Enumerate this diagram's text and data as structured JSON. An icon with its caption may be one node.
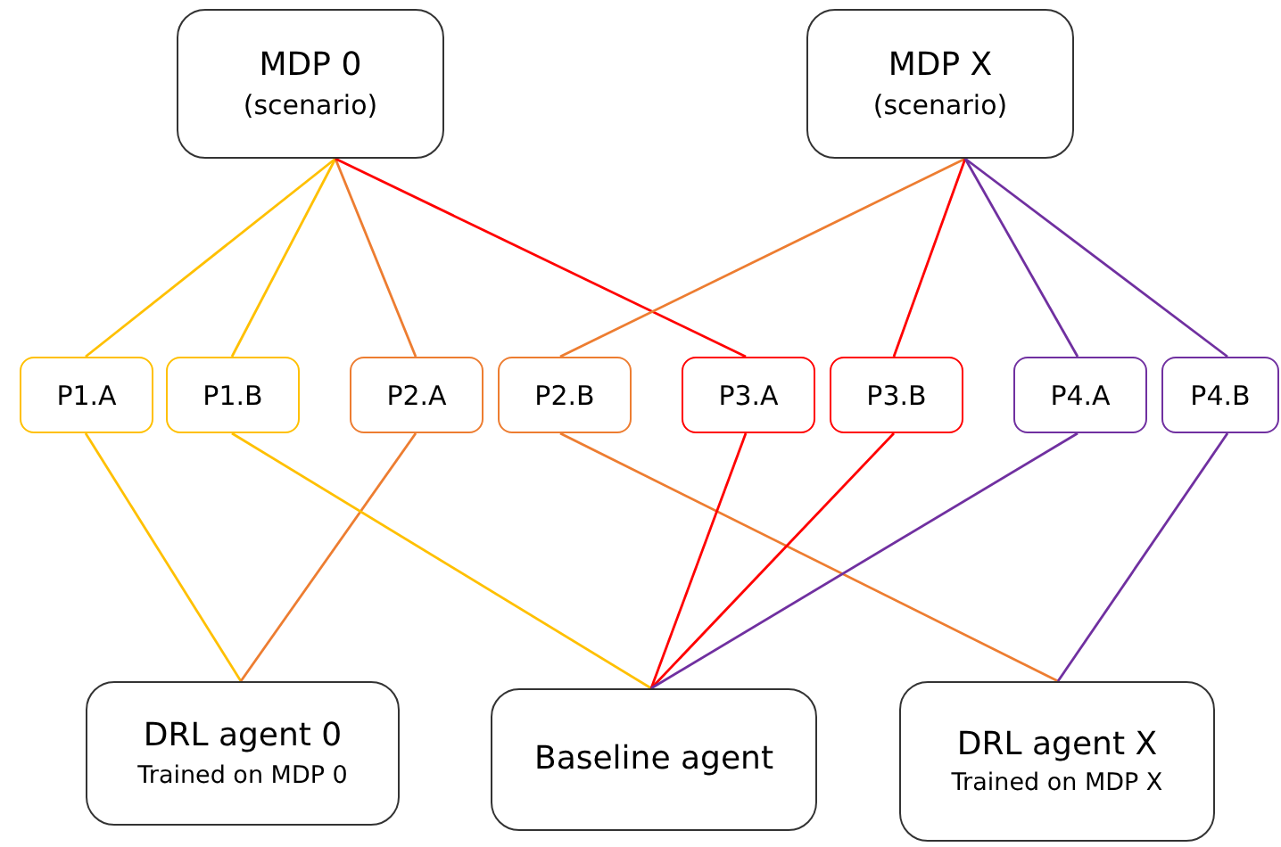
{
  "diagram": {
    "nodes": [
      {
        "text": [
          "MDP 0",
          "(scenario)"
        ]
      },
      {
        "text": [
          "MDP X",
          "(scenario)"
        ]
      },
      {
        "text": [
          "P1.A"
        ]
      },
      {
        "text": [
          "P1.B"
        ]
      },
      {
        "text": [
          "P2.A"
        ]
      },
      {
        "text": [
          "P2.B"
        ]
      },
      {
        "text": [
          "P3.A"
        ]
      },
      {
        "text": [
          "P3.B"
        ]
      },
      {
        "text": [
          "P4.A"
        ]
      },
      {
        "text": [
          "P4.B"
        ]
      },
      {
        "text": [
          "DRL agent 0",
          "Trained on MDP 0"
        ]
      },
      {
        "text": [
          "Baseline agent"
        ]
      },
      {
        "text": [
          "DRL agent X",
          "Trained on MDP X"
        ]
      }
    ],
    "edges": [
      {
        "from": 0,
        "to": 2,
        "arrow": "none",
        "color": "#ffc000"
      },
      {
        "from": 0,
        "to": 3,
        "arrow": "none",
        "color": "#ffc000"
      },
      {
        "from": 0,
        "to": 4,
        "arrow": "none",
        "color": "#ed7d31"
      },
      {
        "from": 0,
        "to": 6,
        "arrow": "none",
        "color": "#ff0000"
      },
      {
        "from": 1,
        "to": 5,
        "arrow": "none",
        "color": "#ed7d31"
      },
      {
        "from": 1,
        "to": 7,
        "arrow": "none",
        "color": "#ff0000"
      },
      {
        "from": 1,
        "to": 8,
        "arrow": "none",
        "color": "#7030a0"
      },
      {
        "from": 1,
        "to": 9,
        "arrow": "none",
        "color": "#7030a0"
      },
      {
        "from": 2,
        "to": 10,
        "arrow": "none",
        "color": "#ffc000"
      },
      {
        "from": 4,
        "to": 10,
        "arrow": "none",
        "color": "#ed7d31"
      },
      {
        "from": 3,
        "to": 11,
        "arrow": "none",
        "color": "#ffc000"
      },
      {
        "from": 5,
        "to": 12,
        "arrow": "none",
        "color": "#ed7d31"
      },
      {
        "from": 6,
        "to": 11,
        "arrow": "none",
        "color": "#ff0000"
      },
      {
        "from": 7,
        "to": 11,
        "arrow": "none",
        "color": "#ff0000"
      },
      {
        "from": 8,
        "to": 11,
        "arrow": "none",
        "color": "#7030a0"
      },
      {
        "from": 9,
        "to": 12,
        "arrow": "none",
        "color": "#7030a0"
      }
    ]
  }
}
